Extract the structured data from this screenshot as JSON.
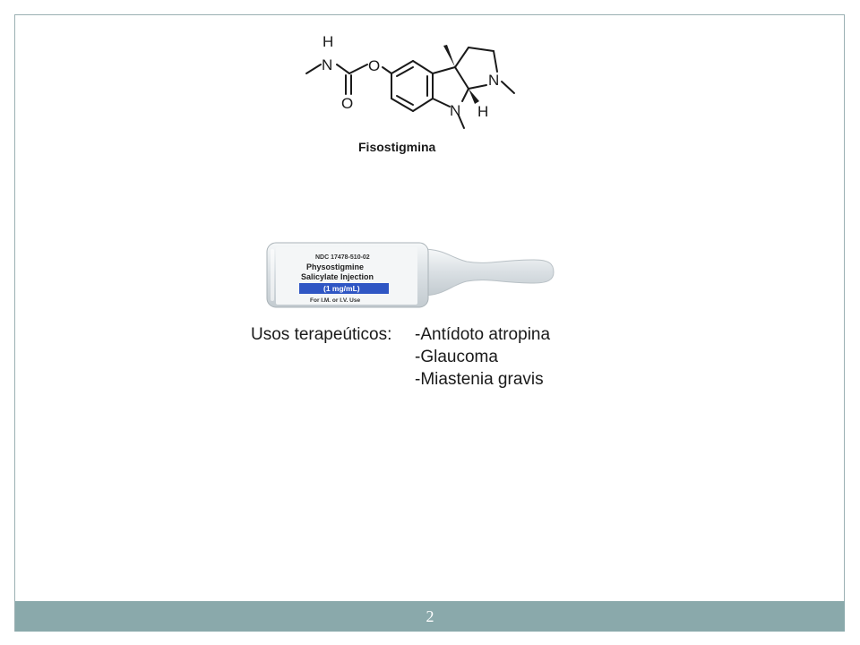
{
  "slide": {
    "page_number": "2"
  },
  "molecule": {
    "name": "Fisostigmina",
    "atom_labels": {
      "h_top": "H",
      "n_carbamate": "N",
      "o_ester": "O",
      "o_carbonyl": "O",
      "n_pyrrolidine": "N",
      "n_indoline": "N",
      "h_stereo": "H"
    }
  },
  "ampoule": {
    "ndc": "NDC 17478-510-02",
    "line1": "Physostigmine",
    "line2": "Salicylate Injection",
    "concentration": "(1 mg/mL)",
    "route": "For I.M. or I.V. Use",
    "colors": {
      "label_blue": "#2f56c4",
      "glass": "#e9edf0"
    }
  },
  "uses": {
    "label": "Usos terapeúticos:",
    "items": [
      "-Antídoto atropina",
      "-Glaucoma",
      "-Miastenia gravis"
    ]
  },
  "colors": {
    "footer": "#8aa9ab",
    "frame": "#9bb0b3"
  }
}
